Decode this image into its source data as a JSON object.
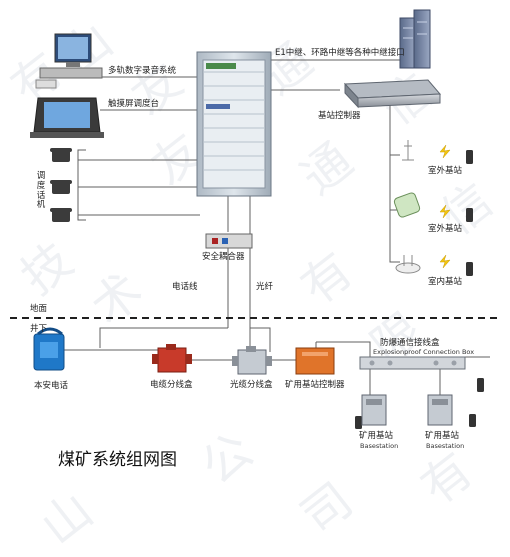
{
  "diagram": {
    "title": "煤矿系统组网图",
    "ground_label": "地面",
    "underground_label": "井下",
    "labels": {
      "e1_interface": "E1中继、环路中继等各种中继接口",
      "recording": "多轨数字录音系统",
      "touch_console": "触摸屏调度台",
      "dispatch_phone": "调度话机",
      "base_controller": "基站控制器",
      "outdoor_base_1": "室外基站",
      "outdoor_base_2": "室外基站",
      "indoor_base": "室内基站",
      "coupler": "安全耦合器",
      "cable_line": "电话线",
      "fiber": "光纤",
      "safe_phone": "本安电话",
      "cable_splitter": "电缆分线盒",
      "fiber_splitter": "光缆分线盒",
      "mine_base_controller": "矿用基站控制器",
      "explosion_box": "防爆通信接线盒",
      "explosion_box_en": "Explosionproof Connection Box",
      "mine_base_1": "矿用基站",
      "mine_base_1_en": "Basestation",
      "mine_base_2": "矿用基站",
      "mine_base_2_en": "Basestation"
    },
    "watermark": [
      "有",
      "山",
      "友",
      "通",
      "信",
      "技",
      "术",
      "有",
      "限",
      "公",
      "司"
    ],
    "colors": {
      "line": "#606060",
      "dashed": "#202020",
      "cabinet": "#c9d3dc",
      "phone_blue": "#1f78c8",
      "splitter_red": "#c83a2a",
      "controller_orange": "#e0742a"
    }
  }
}
